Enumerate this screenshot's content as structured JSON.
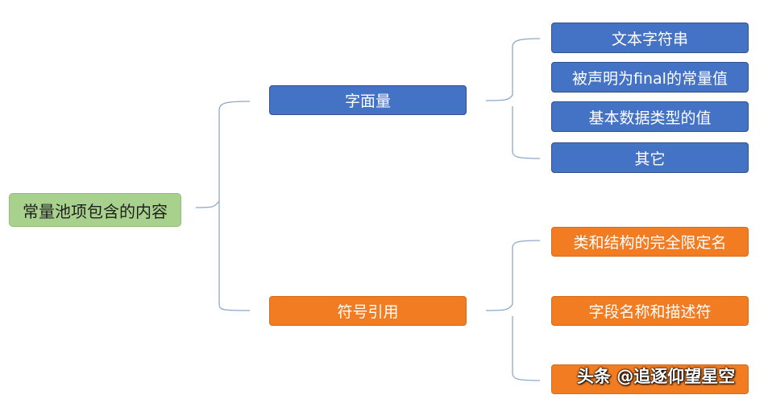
{
  "root": {
    "label": "常量池项包含的内容"
  },
  "branches": [
    {
      "label": "字面量",
      "color": "#4472c4",
      "children": [
        "文本字符串",
        "被声明为final的常量值",
        "基本数据类型的值",
        "其它"
      ]
    },
    {
      "label": "符号引用",
      "color": "#f17c22",
      "children": [
        "类和结构的完全限定名",
        "字段名称和描述符",
        ""
      ]
    }
  ],
  "watermark": "头条 @追逐仰望星空",
  "colors": {
    "root": "#a9d18e",
    "blue": "#4472c4",
    "orange": "#f17c22",
    "connector": "#8ea9c8"
  }
}
